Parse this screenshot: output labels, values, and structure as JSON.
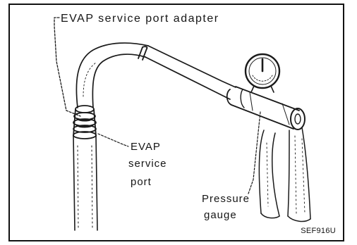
{
  "diagram": {
    "labels": {
      "adapter": "EVAP service port adapter",
      "service_port_line1": "EVAP",
      "service_port_line2": "service",
      "service_port_line3": "port",
      "gauge_line1": "Pressure",
      "gauge_line2": "gauge"
    },
    "figure_code": "SEF916U"
  }
}
